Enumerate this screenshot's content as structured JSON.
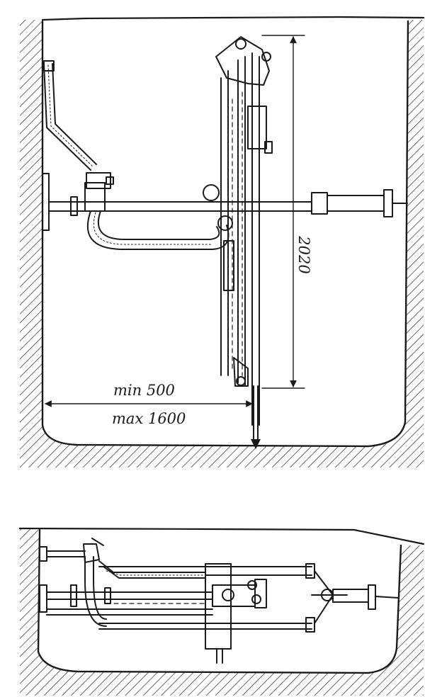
{
  "dimensions": {
    "height_label": "2020",
    "reach_min_label": "min 500",
    "reach_max_label": "max 1600"
  },
  "colors": {
    "ink": "#1a1a1a",
    "paper": "#ffffff"
  }
}
